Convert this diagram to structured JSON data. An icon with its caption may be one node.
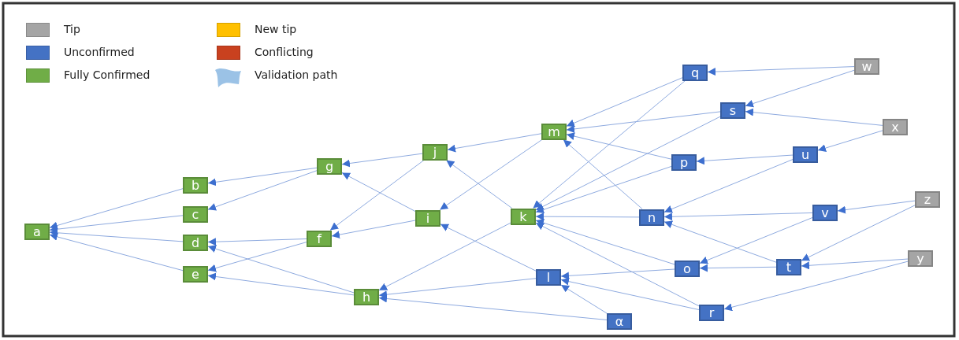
{
  "diagram": {
    "nodes": [
      {
        "text": [
          "a"
        ]
      },
      {
        "text": [
          "b"
        ]
      },
      {
        "text": [
          "c"
        ]
      },
      {
        "text": [
          "d"
        ]
      },
      {
        "text": [
          "e"
        ]
      },
      {
        "text": [
          "g"
        ]
      },
      {
        "text": [
          "f"
        ]
      },
      {
        "text": [
          "j"
        ]
      },
      {
        "text": [
          "i"
        ]
      },
      {
        "text": [
          "h"
        ]
      },
      {
        "text": [
          "m"
        ]
      },
      {
        "text": [
          "k"
        ]
      },
      {
        "text": [
          "l"
        ]
      },
      {
        "text": [
          "α"
        ]
      },
      {
        "text": [
          "q"
        ]
      },
      {
        "text": [
          "s"
        ]
      },
      {
        "text": [
          "p"
        ]
      },
      {
        "text": [
          "n"
        ]
      },
      {
        "text": [
          "o"
        ]
      },
      {
        "text": [
          "r"
        ]
      },
      {
        "text": [
          "u"
        ]
      },
      {
        "text": [
          "v"
        ]
      },
      {
        "text": [
          "t"
        ]
      },
      {
        "text": [
          "w"
        ]
      },
      {
        "text": [
          "x"
        ]
      },
      {
        "text": [
          "z"
        ]
      },
      {
        "text": [
          "y"
        ]
      }
    ],
    "edges": [
      {
        "from": 1,
        "to": 0,
        "arrow": "to"
      },
      {
        "from": 2,
        "to": 0,
        "arrow": "to"
      },
      {
        "from": 3,
        "to": 0,
        "arrow": "to"
      },
      {
        "from": 4,
        "to": 0,
        "arrow": "to"
      },
      {
        "from": 5,
        "to": 1,
        "arrow": "to"
      },
      {
        "from": 5,
        "to": 2,
        "arrow": "to"
      },
      {
        "from": 6,
        "to": 3,
        "arrow": "to"
      },
      {
        "from": 6,
        "to": 4,
        "arrow": "to"
      },
      {
        "from": 9,
        "to": 3,
        "arrow": "to"
      },
      {
        "from": 9,
        "to": 4,
        "arrow": "to"
      },
      {
        "from": 7,
        "to": 5,
        "arrow": "to"
      },
      {
        "from": 8,
        "to": 5,
        "arrow": "to"
      },
      {
        "from": 7,
        "to": 6,
        "arrow": "to"
      },
      {
        "from": 8,
        "to": 6,
        "arrow": "to"
      },
      {
        "from": 10,
        "to": 7,
        "arrow": "to"
      },
      {
        "from": 11,
        "to": 7,
        "arrow": "to"
      },
      {
        "from": 10,
        "to": 8,
        "arrow": "to"
      },
      {
        "from": 12,
        "to": 8,
        "arrow": "to"
      },
      {
        "from": 11,
        "to": 9,
        "arrow": "to"
      },
      {
        "from": 12,
        "to": 9,
        "arrow": "to"
      },
      {
        "from": 13,
        "to": 9,
        "arrow": "to"
      },
      {
        "from": 14,
        "to": 10,
        "arrow": "to"
      },
      {
        "from": 15,
        "to": 10,
        "arrow": "to"
      },
      {
        "from": 16,
        "to": 10,
        "arrow": "to"
      },
      {
        "from": 17,
        "to": 10,
        "arrow": "to"
      },
      {
        "from": 14,
        "to": 11,
        "arrow": "to"
      },
      {
        "from": 15,
        "to": 11,
        "arrow": "to"
      },
      {
        "from": 16,
        "to": 11,
        "arrow": "to"
      },
      {
        "from": 17,
        "to": 11,
        "arrow": "to"
      },
      {
        "from": 18,
        "to": 11,
        "arrow": "to"
      },
      {
        "from": 19,
        "to": 11,
        "arrow": "to"
      },
      {
        "from": 18,
        "to": 12,
        "arrow": "to"
      },
      {
        "from": 19,
        "to": 12,
        "arrow": "to"
      },
      {
        "from": 13,
        "to": 12,
        "arrow": "to"
      },
      {
        "from": 23,
        "to": 14,
        "arrow": "to"
      },
      {
        "from": 23,
        "to": 15,
        "arrow": "to"
      },
      {
        "from": 24,
        "to": 15,
        "arrow": "to"
      },
      {
        "from": 24,
        "to": 20,
        "arrow": "to"
      },
      {
        "from": 20,
        "to": 16,
        "arrow": "to"
      },
      {
        "from": 20,
        "to": 17,
        "arrow": "to"
      },
      {
        "from": 21,
        "to": 17,
        "arrow": "to"
      },
      {
        "from": 22,
        "to": 17,
        "arrow": "to"
      },
      {
        "from": 21,
        "to": 18,
        "arrow": "to"
      },
      {
        "from": 22,
        "to": 18,
        "arrow": "to"
      },
      {
        "from": 25,
        "to": 21,
        "arrow": "to"
      },
      {
        "from": 25,
        "to": 22,
        "arrow": "to"
      },
      {
        "from": 26,
        "to": 22,
        "arrow": "to"
      },
      {
        "from": 26,
        "to": 19,
        "arrow": "to"
      }
    ],
    "legend": [
      {
        "text": "Tip",
        "color": "#a5a5a5"
      },
      {
        "text": "Unconfirmed",
        "color": "#4472c4"
      },
      {
        "text": "Fully Confirmed",
        "color": "#70ad47"
      },
      {
        "text": "New tip",
        "color": "#ffc000"
      },
      {
        "text": "Conflicting",
        "color": "#c9411f"
      },
      {
        "text": "Validation path"
      }
    ]
  }
}
